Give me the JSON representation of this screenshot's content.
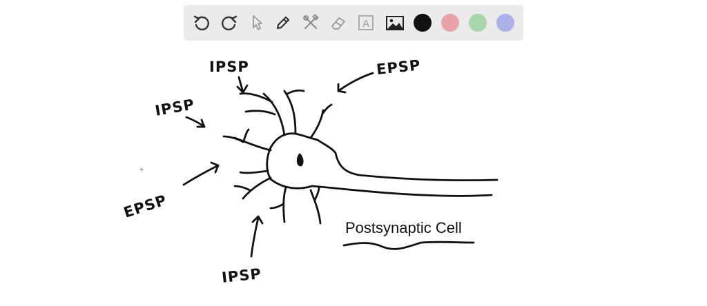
{
  "toolbar": {
    "tools": [
      {
        "name": "undo-icon"
      },
      {
        "name": "redo-icon"
      },
      {
        "name": "pointer-icon"
      },
      {
        "name": "pen-icon"
      },
      {
        "name": "tools-icon"
      },
      {
        "name": "eraser-icon"
      },
      {
        "name": "text-icon",
        "glyph": "A"
      },
      {
        "name": "image-icon"
      }
    ],
    "colors": [
      "#111111",
      "#e8a3a6",
      "#a8d5a9",
      "#aeb0ea"
    ]
  },
  "diagram": {
    "labels": {
      "ipsp_top": "IPSP",
      "ipsp_left": "IPSP",
      "ipsp_bottom": "IPSP",
      "epsp_right": "EPSP",
      "epsp_left": "EPSP"
    },
    "caption": "Postsynaptic Cell"
  }
}
